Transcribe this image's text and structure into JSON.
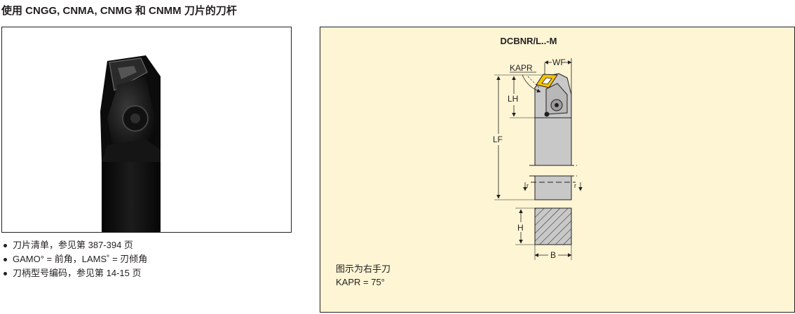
{
  "header": {
    "title": "使用 CNGG, CNMA, CNMG 和 CNMM 刀片的刀杆"
  },
  "notes": {
    "items": [
      "刀片清单，参见第 387-394 页",
      "GAMO° = 前角，LAMS˚ = 刃倾角",
      "刀柄型号编码，参见第 14-15 页"
    ]
  },
  "drawing": {
    "model": "DCBNR/L..-M",
    "labels": {
      "kapr": "KAPR",
      "wf": "WF",
      "lh": "LH",
      "lf": "LF",
      "h": "H",
      "b": "B"
    },
    "caption_line1": "图示为右手刀",
    "caption_line2": "KAPR = 75°",
    "insert_color": "#f5c400",
    "shank_color": "#c8c8c8"
  }
}
